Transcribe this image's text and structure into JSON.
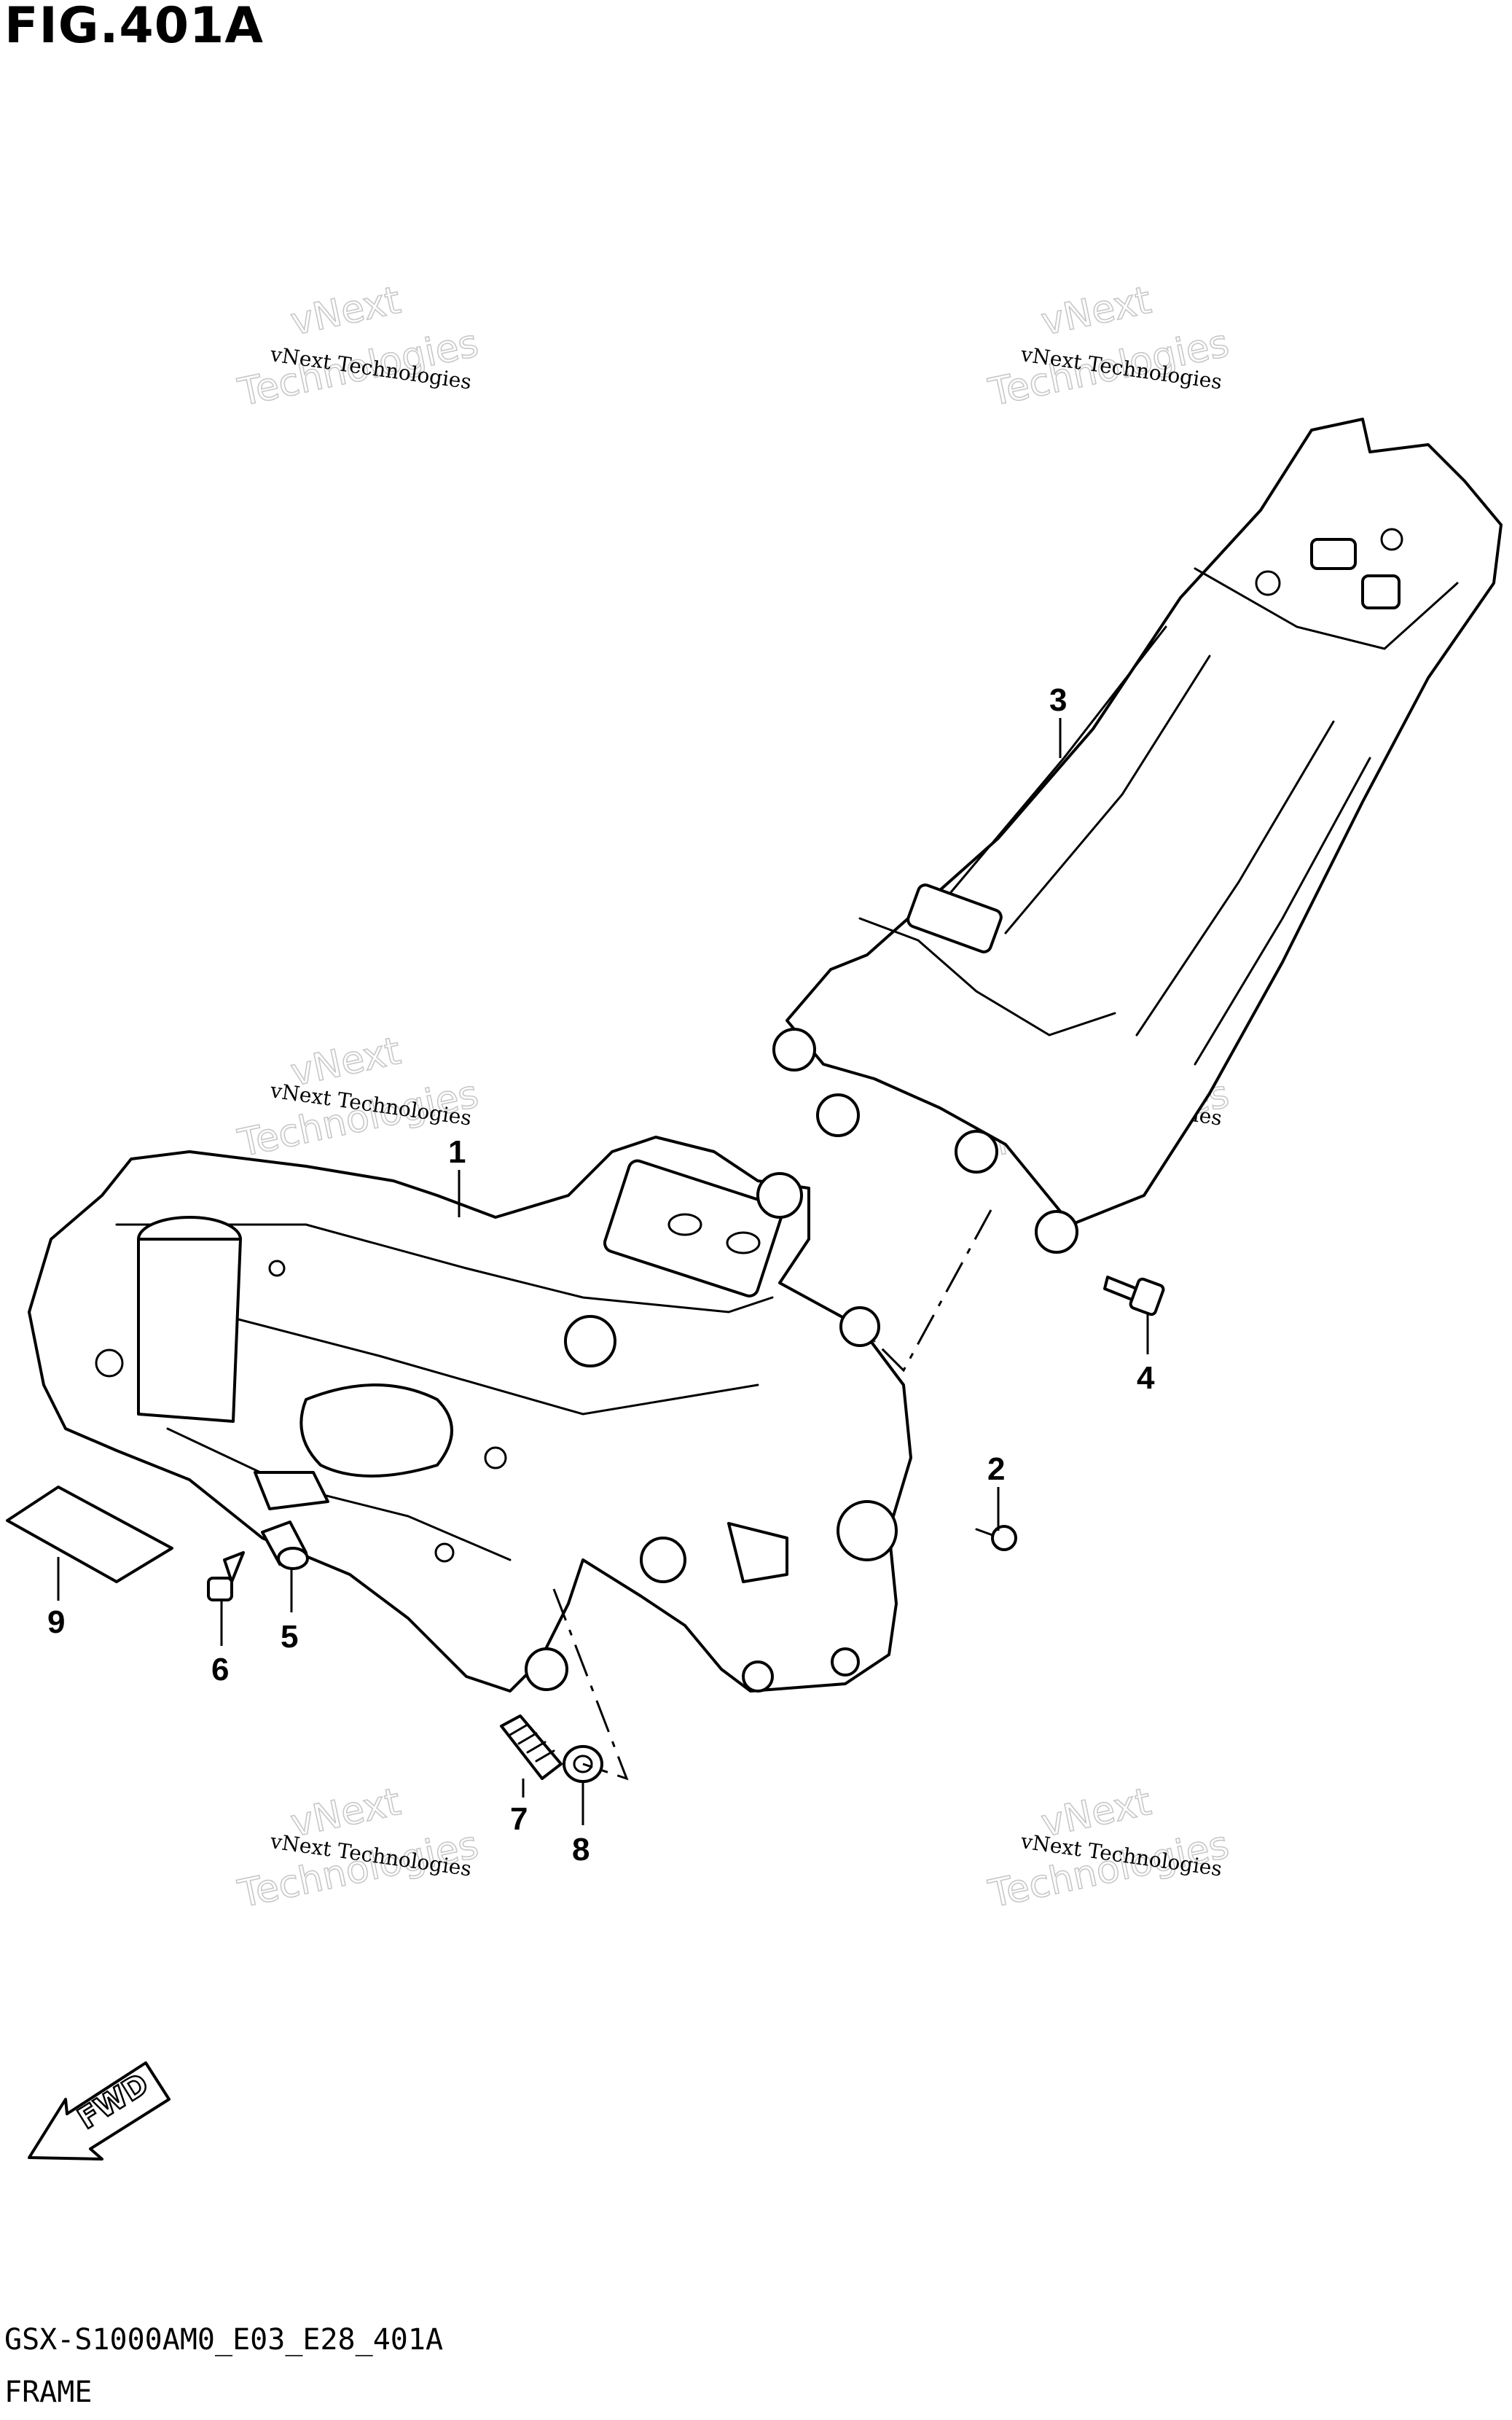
{
  "figure": {
    "title": "FIG.401A"
  },
  "watermark": {
    "line1": "vNext Technologies",
    "line2": "vNext",
    "line3": "Technologies"
  },
  "callouts": {
    "c1": "1",
    "c2": "2",
    "c3": "3",
    "c4": "4",
    "c5": "5",
    "c6": "6",
    "c7": "7",
    "c8": "8",
    "c9": "9"
  },
  "fwd_label": "FWD",
  "footer": {
    "model_code": "GSX-S1000AM0_E03_E28_401A",
    "section_name": "FRAME"
  }
}
